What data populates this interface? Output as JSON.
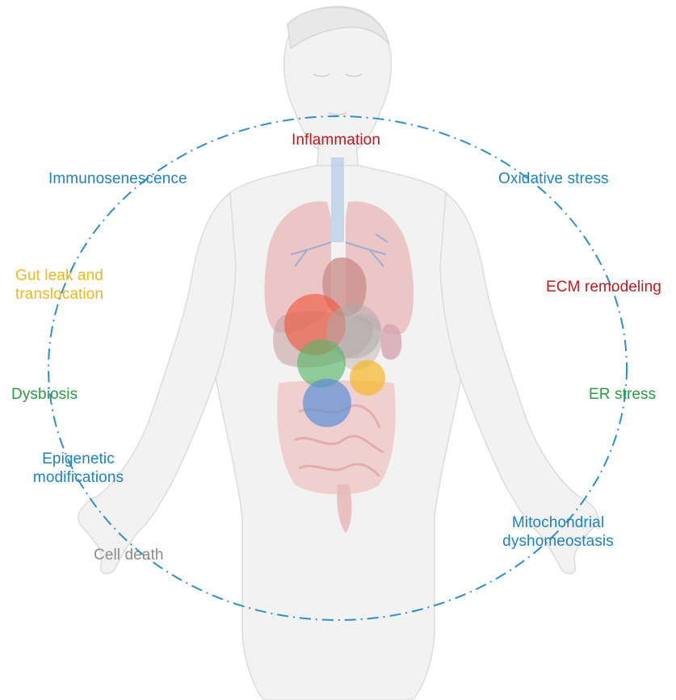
{
  "colors": {
    "red": "#c0191f",
    "blue": "#1c83c6",
    "yellow": "#f2b71d",
    "green": "#2e9a45",
    "gray": "#8c8c8c",
    "dashed_circle": "#2b8fd0",
    "body_fill": "#f2f2f2",
    "body_outline": "#dcdcdc"
  },
  "labels": {
    "inflammation": "Inflammation",
    "immunosenescence": "Immunosenescence",
    "oxidative_stress": "Oxidative stress",
    "gut_leak_line1": "Gut leak and",
    "gut_leak_line2": "translocation",
    "ecm_remodeling": "ECM remodeling",
    "dysbiosis": "Dysbiosis",
    "er_stress": "ER stress",
    "epigenetic_line1": "Epigenetic",
    "epigenetic_line2": "modifications",
    "mitochondrial_line1": "Mitochondrial",
    "mitochondrial_line2": "dyshomeostasis",
    "cell_death": "Cell death"
  },
  "organ_overlays": [
    {
      "name": "red-overlay-circle",
      "color": "#ee5a3f"
    },
    {
      "name": "gray-overlay-circle",
      "color": "#a9a9a9"
    },
    {
      "name": "green-overlay-circle",
      "color": "#5bb56a"
    },
    {
      "name": "yellow-overlay-circle",
      "color": "#f5b72a"
    },
    {
      "name": "blue-overlay-circle",
      "color": "#5b8fd6"
    }
  ]
}
